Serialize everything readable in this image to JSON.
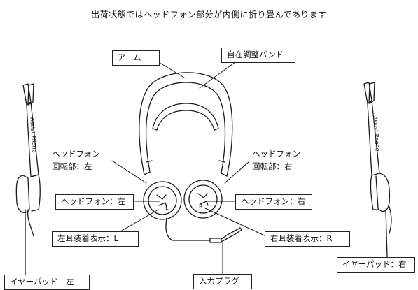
{
  "caption": "出荷状態ではヘッドフォン部分が内側に折り畳んであります",
  "labels": {
    "arm": "アーム",
    "band": "自在調整バンド",
    "rot_left_1": "ヘッドフォン",
    "rot_left_2": "回転部：左",
    "rot_right_1": "ヘッドフォン",
    "rot_right_2": "回転部：右",
    "hp_left": "ヘッドフォン：左",
    "hp_right": "ヘッドフォン：右",
    "mark_left": "左耳装着表示：L",
    "mark_right": "右耳装着表示：R",
    "plug": "入力プラグ",
    "pad_left": "イヤーパッド：左",
    "pad_right": "イヤーパッド：右"
  },
  "device_text": {
    "left": "Assist Phone",
    "right": "Assist Phone"
  },
  "ear_marks": {
    "left": "L",
    "right": "R"
  }
}
